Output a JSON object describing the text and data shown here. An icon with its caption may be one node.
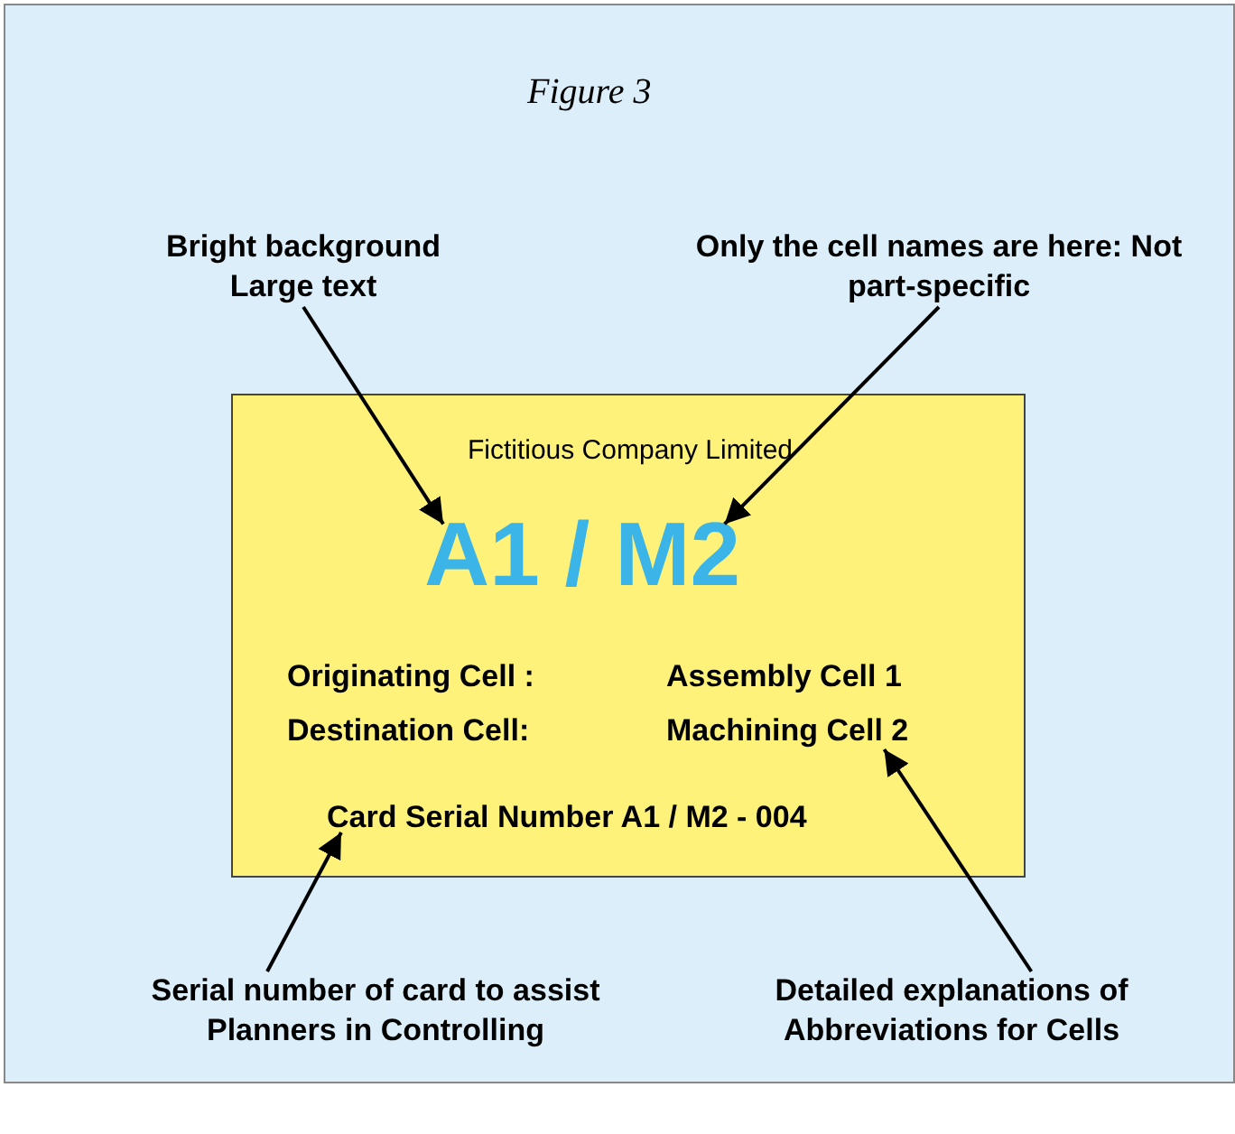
{
  "diagram": {
    "title": "Figure 3",
    "nodes": [
      {
        "text": [
          "Fictitious Company Limited"
        ]
      },
      {
        "text": [
          "A1 / M2"
        ],
        "in": 0
      },
      {
        "text": [
          "Machining Cell 2"
        ],
        "in": 0
      },
      {
        "text": [
          "Card Serial Number A1 / M2 - 004"
        ],
        "in": 0
      },
      {
        "text": [
          "Bright background Large text"
        ]
      },
      {
        "text": [
          "Only the cell names are here: Not part-specific"
        ]
      },
      {
        "text": [
          "Serial number of card to assist Planners in Controlling"
        ]
      },
      {
        "text": [
          "Detailed explanations of Abbreviations for Cells"
        ]
      }
    ],
    "edges": [
      {
        "from": 4,
        "to": 1,
        "arrow": "to"
      },
      {
        "from": 5,
        "to": 1,
        "arrow": "to"
      },
      {
        "from": 6,
        "to": 3,
        "arrow": "to"
      },
      {
        "from": 7,
        "to": 2,
        "arrow": "to"
      }
    ],
    "labels": [
      "Originating Cell :",
      "Assembly Cell 1",
      "Destination Cell:"
    ]
  }
}
